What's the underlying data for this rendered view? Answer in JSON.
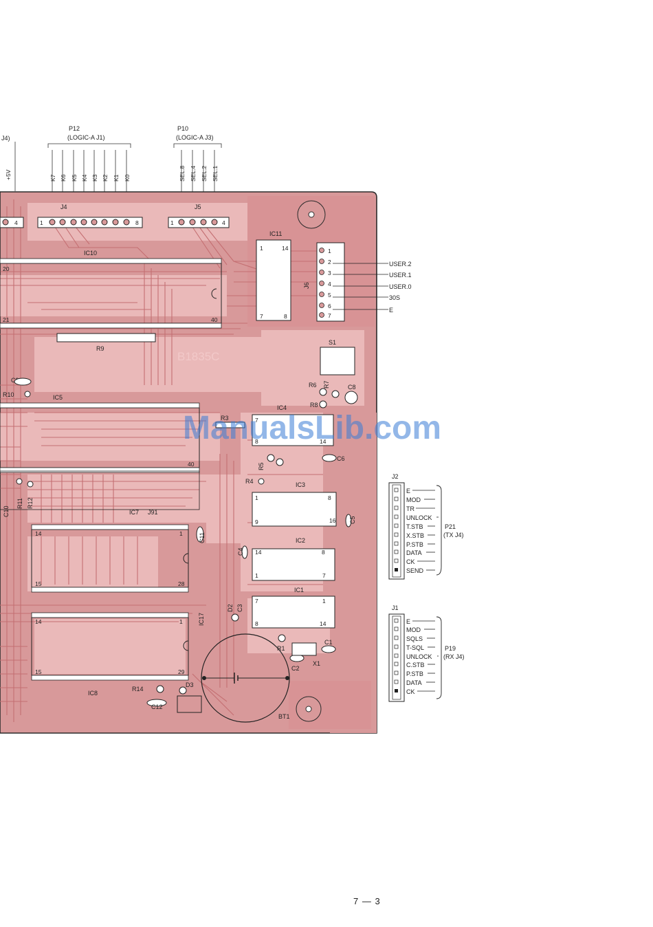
{
  "header_top_left": "J4)",
  "p12": {
    "name": "P12",
    "sub": "(LOGIC-A  J1)"
  },
  "p10": {
    "name": "P10",
    "sub": "(LOGIC-A  J3)"
  },
  "plus5v": "+5V",
  "k_pins": [
    "K7",
    "K6",
    "K5",
    "K4",
    "K3",
    "K2",
    "K1",
    "K0"
  ],
  "sel_pins": [
    "SEL.8",
    "SEL.4",
    "SEL.2",
    "SEL.1"
  ],
  "connector_j4": {
    "label": "J4",
    "first": "1",
    "last": "8"
  },
  "connector_j5": {
    "label": "J5",
    "first": "1",
    "last": "4"
  },
  "left_pin4": "4",
  "ics": {
    "ic10": "IC10",
    "ic11": "IC11",
    "ic5": "IC5",
    "ic4": "IC4",
    "ic3": "IC3",
    "ic2": "IC2",
    "ic1": "IC1",
    "ic7": "IC7",
    "ic8": "IC8",
    "ic17": "IC17",
    "j91": "J91"
  },
  "pin_numbers": {
    "ic10_20": "20",
    "ic10_21": "21",
    "ic10_40": "40",
    "ic11_1": "1",
    "ic11_14": "14",
    "ic11_7": "7",
    "ic11_8": "8",
    "ic5_40": "40",
    "ic4_7": "7",
    "ic4_8": "8",
    "ic4_14": "14",
    "ic3_1": "1",
    "ic3_8": "8",
    "ic3_9": "9",
    "ic3_16": "16",
    "ic2_14": "14",
    "ic2_8": "8",
    "ic2_1": "1",
    "ic2_7": "7",
    "ic1_7": "7",
    "ic1_1": "1",
    "ic1_8": "8",
    "ic1_14": "14",
    "ic7_14": "14",
    "ic7_1": "1",
    "ic7_15": "15",
    "ic7_28": "28",
    "ic8_14": "14",
    "ic8_1": "1",
    "ic8_15": "15",
    "ic8_29": "29"
  },
  "j6": {
    "label": "J6",
    "pins": [
      "1",
      "2",
      "3",
      "4",
      "5",
      "6",
      "7"
    ]
  },
  "j6_signals": [
    "USER.2",
    "USER.1",
    "USER.0",
    "30S",
    "E"
  ],
  "components": {
    "r9": "R9",
    "r10": "R10",
    "c9": "C9",
    "r6": "R6",
    "r7": "R7",
    "r8": "R8",
    "c8": "C8",
    "s1": "S1",
    "r3": "R3",
    "c6": "C6",
    "r5": "R5",
    "r4": "R4",
    "r11": "R11",
    "r12": "R12",
    "c10": "C10",
    "c5": "C5",
    "c11": "C11",
    "c4": "C4",
    "d2": "D2",
    "c3": "C3",
    "r1": "R1",
    "c1": "C1",
    "c2": "C2",
    "x1": "X1",
    "r14": "R14",
    "d3": "D3",
    "c12": "C12",
    "bt1": "BT1"
  },
  "board_code": "B1835C",
  "watermark": "ManualsLib.com",
  "j2": {
    "label": "J2",
    "signals": [
      "E",
      "MOD",
      "TR",
      "UNLOCK",
      "T.STB",
      "X.STB",
      "P.STB",
      "DATA",
      "CK",
      "SEND"
    ],
    "plug": "P21",
    "plug_sub": "(TX  J4)"
  },
  "j1": {
    "label": "J1",
    "signals": [
      "E",
      "MOD",
      "SQLS",
      "T-SQL",
      "UNLOCK",
      "C.STB",
      "P.STB",
      "DATA",
      "CK"
    ],
    "plug": "P19",
    "plug_sub": "(RX  J4)"
  },
  "page_number": "7 — 3",
  "colors": {
    "board": "#d8999a",
    "board_light": "#eab9b9",
    "trace": "#c46f72",
    "outline": "#2a2a2a",
    "watermark": "#3b7bd6"
  }
}
